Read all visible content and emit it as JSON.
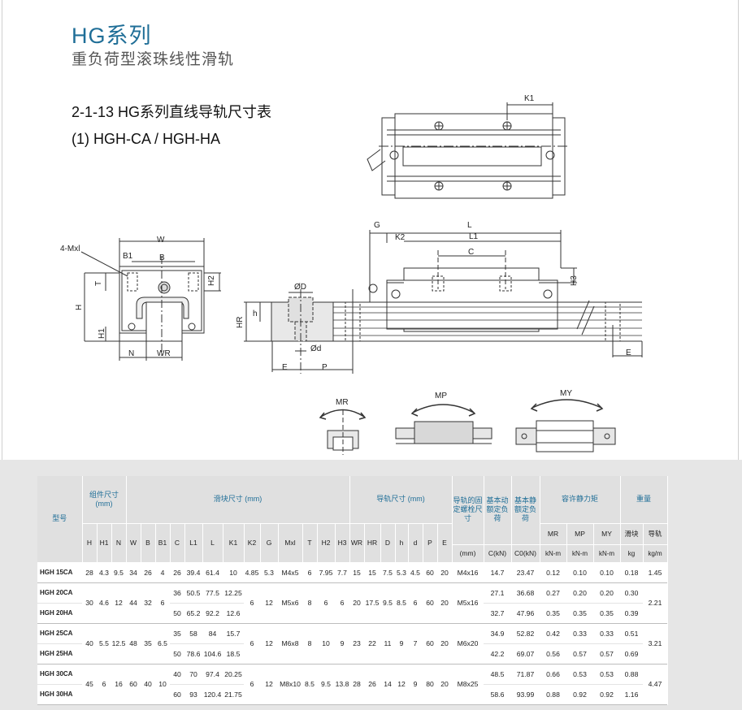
{
  "header": {
    "title": "HG系列",
    "subtitle": "重负荷型滚珠线性滑轨",
    "section_heading": "2-1-13 HG系列直线导轨尺寸表",
    "subsection_heading": "(1) HGH-CA / HGH-HA"
  },
  "drawing_labels": {
    "K1": "K1",
    "G": "G",
    "L": "L",
    "L1": "L1",
    "K2": "K2",
    "C": "C",
    "H3": "H3",
    "W": "W",
    "B1": "B1",
    "B": "B",
    "mxl": "4-Mxl",
    "T": "T",
    "H2": "H2",
    "H": "H",
    "H1": "H1",
    "N": "N",
    "WR": "WR",
    "phiD": "ØD",
    "h": "h",
    "HR": "HR",
    "phid": "Ød",
    "E": "E",
    "P": "P",
    "E2": "E",
    "MR": "MR",
    "MP": "MP",
    "MY": "MY"
  },
  "table": {
    "group_headers": {
      "model": "型号",
      "assembly": "组件尺寸 (mm)",
      "block": "滑块尺寸 (mm)",
      "rail": "导轨尺寸 (mm)",
      "bolt": "导轨的固定螺栓尺寸",
      "dynamic": "基本动额定负荷",
      "static": "基本静额定负荷",
      "moment": "容许静力矩",
      "weight": "重量"
    },
    "sub_headers": [
      "H",
      "H1",
      "N",
      "W",
      "B",
      "B1",
      "C",
      "L1",
      "L",
      "K1",
      "K2",
      "G",
      "Mxl",
      "T",
      "H2",
      "H3",
      "WR",
      "HR",
      "D",
      "h",
      "d",
      "P",
      "E",
      "(mm)",
      "C(kN)",
      "C0(kN)",
      "MR",
      "MP",
      "MY",
      "滑块",
      "导轨"
    ],
    "unit_row": [
      "kN-m",
      "kN-m",
      "kN-m",
      "kg",
      "kg/m"
    ],
    "rows": [
      {
        "model": "HGH 15CA",
        "H": "28",
        "H1": "4.3",
        "N": "9.5",
        "W": "34",
        "B": "26",
        "B1": "4",
        "C": "26",
        "L1": "39.4",
        "L": "61.4",
        "K1": "10",
        "K2": "4.85",
        "G": "5.3",
        "Mxl": "M4x5",
        "T": "6",
        "H2": "7.95",
        "H3": "7.7",
        "WR": "15",
        "HR": "15",
        "D": "7.5",
        "h": "5.3",
        "d": "4.5",
        "P": "60",
        "E": "20",
        "bolt": "M4x16",
        "Cdyn": "14.7",
        "C0": "23.47",
        "MR": "0.12",
        "MP": "0.10",
        "MY": "0.10",
        "wblock": "0.18",
        "wrail": "1.45"
      },
      {
        "model": "HGH 20CA",
        "H": "30",
        "H1": "4.6",
        "N": "12",
        "W": "44",
        "B": "32",
        "B1": "6",
        "C": "36",
        "L1": "50.5",
        "L": "77.5",
        "K1": "12.25",
        "K2": "6",
        "G": "12",
        "Mxl": "M5x6",
        "T": "8",
        "H2": "6",
        "H3": "6",
        "WR": "20",
        "HR": "17.5",
        "D": "9.5",
        "h": "8.5",
        "d": "6",
        "P": "60",
        "E": "20",
        "bolt": "M5x16",
        "Cdyn": "27.1",
        "C0": "36.68",
        "MR": "0.27",
        "MP": "0.20",
        "MY": "0.20",
        "wblock": "0.30",
        "wrail": "2.21"
      },
      {
        "model": "HGH 20HA",
        "C": "50",
        "L1": "65.2",
        "L": "92.2",
        "K1": "12.6",
        "Cdyn": "32.7",
        "C0": "47.96",
        "MR": "0.35",
        "MP": "0.35",
        "MY": "0.35",
        "wblock": "0.39"
      },
      {
        "model": "HGH 25CA",
        "H": "40",
        "H1": "5.5",
        "N": "12.5",
        "W": "48",
        "B": "35",
        "B1": "6.5",
        "C": "35",
        "L1": "58",
        "L": "84",
        "K1": "15.7",
        "K2": "6",
        "G": "12",
        "Mxl": "M6x8",
        "T": "8",
        "H2": "10",
        "H3": "9",
        "WR": "23",
        "HR": "22",
        "D": "11",
        "h": "9",
        "d": "7",
        "P": "60",
        "E": "20",
        "bolt": "M6x20",
        "Cdyn": "34.9",
        "C0": "52.82",
        "MR": "0.42",
        "MP": "0.33",
        "MY": "0.33",
        "wblock": "0.51",
        "wrail": "3.21"
      },
      {
        "model": "HGH 25HA",
        "C": "50",
        "L1": "78.6",
        "L": "104.6",
        "K1": "18.5",
        "Cdyn": "42.2",
        "C0": "69.07",
        "MR": "0.56",
        "MP": "0.57",
        "MY": "0.57",
        "wblock": "0.69"
      },
      {
        "model": "HGH 30CA",
        "H": "45",
        "H1": "6",
        "N": "16",
        "W": "60",
        "B": "40",
        "B1": "10",
        "C": "40",
        "L1": "70",
        "L": "97.4",
        "K1": "20.25",
        "K2": "6",
        "G": "12",
        "Mxl": "M8x10",
        "T": "8.5",
        "H2": "9.5",
        "H3": "13.8",
        "WR": "28",
        "HR": "26",
        "D": "14",
        "h": "12",
        "d": "9",
        "P": "80",
        "E": "20",
        "bolt": "M8x25",
        "Cdyn": "48.5",
        "C0": "71.87",
        "MR": "0.66",
        "MP": "0.53",
        "MY": "0.53",
        "wblock": "0.88",
        "wrail": "4.47"
      },
      {
        "model": "HGH 30HA",
        "C": "60",
        "L1": "93",
        "L": "120.4",
        "K1": "21.75",
        "Cdyn": "58.6",
        "C0": "93.99",
        "MR": "0.88",
        "MP": "0.92",
        "MY": "0.92",
        "wblock": "1.16"
      }
    ]
  }
}
